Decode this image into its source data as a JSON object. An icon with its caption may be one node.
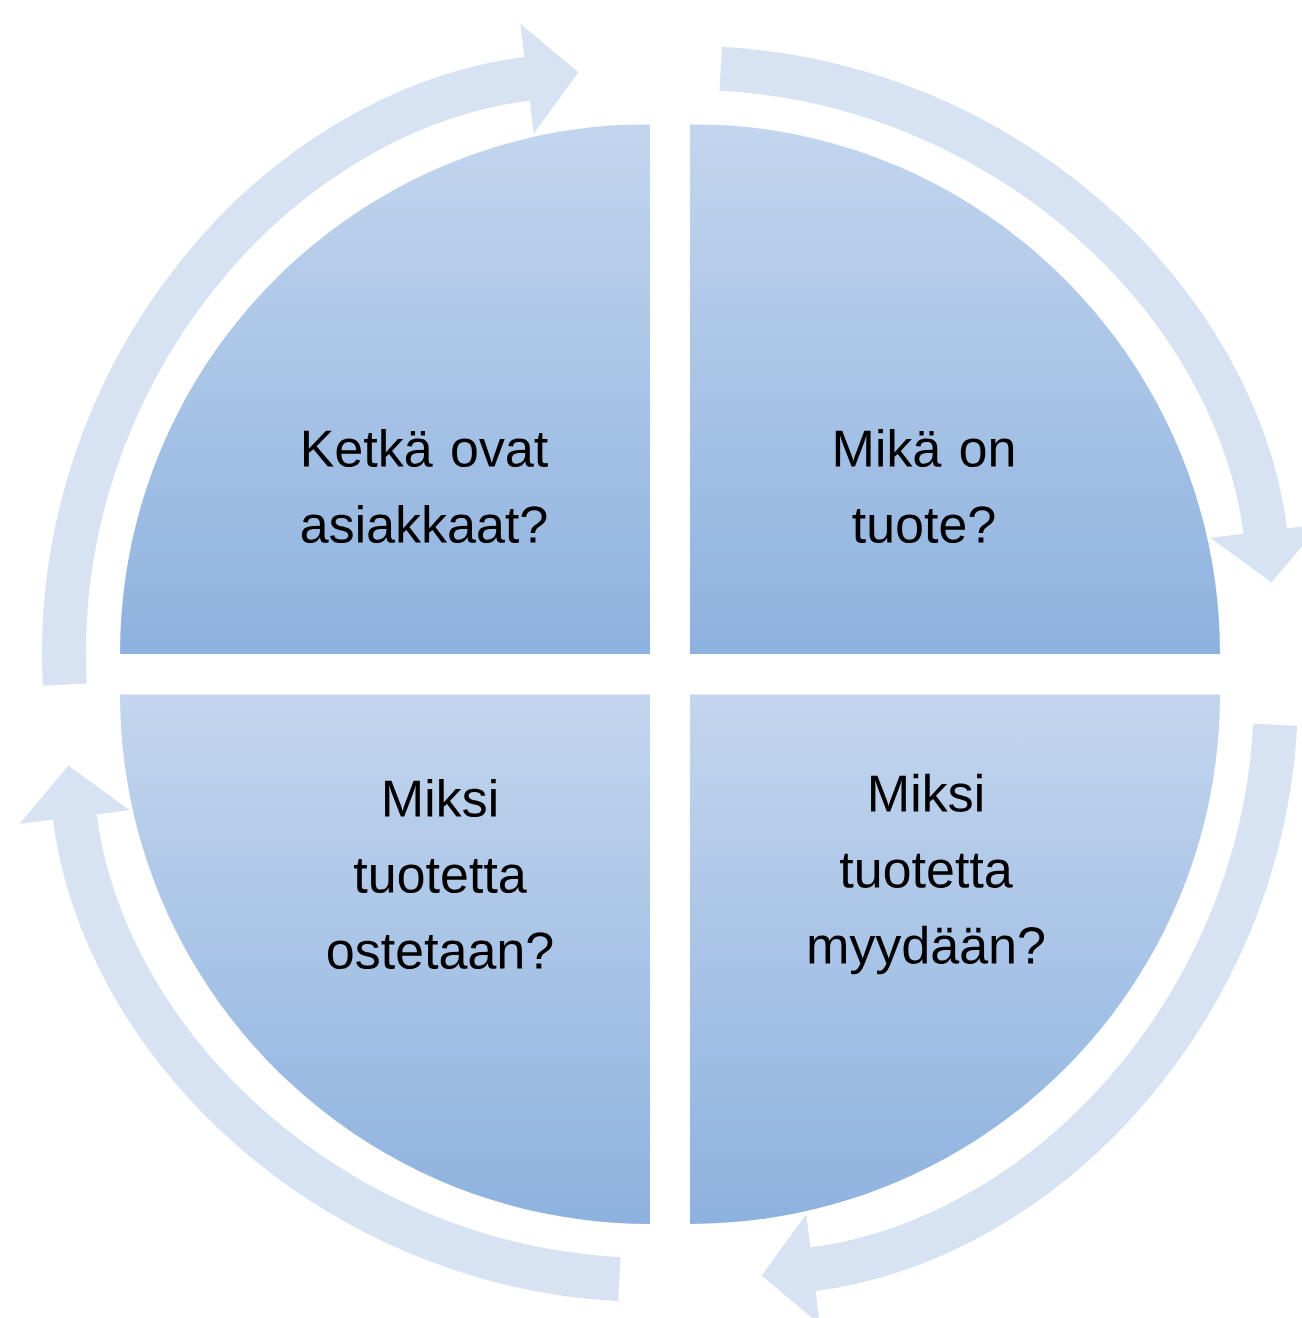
{
  "diagram": {
    "nodes": [
      {
        "text": [
          "Ketkä ovat asiakkaat?"
        ]
      },
      {
        "text": [
          "Mikä on tuote?"
        ]
      },
      {
        "text": [
          "Miksi tuotetta myydään?"
        ]
      },
      {
        "text": [
          "Miksi tuotetta ostetaan?"
        ]
      }
    ]
  }
}
